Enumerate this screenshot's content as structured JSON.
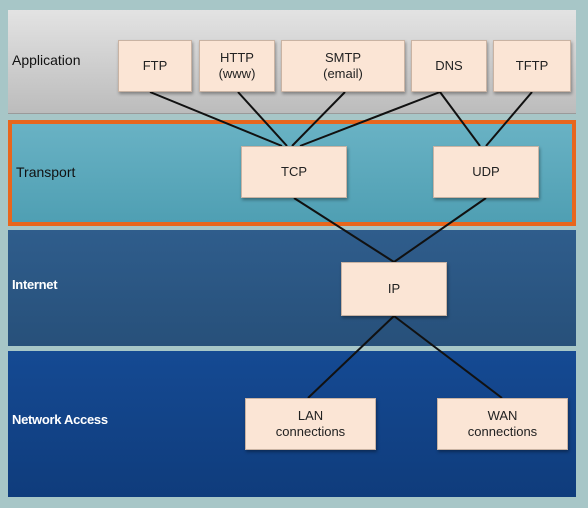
{
  "layers": {
    "application": "Application",
    "transport": "Transport",
    "internet": "Internet",
    "network_access": "Network Access"
  },
  "protocols": {
    "ftp": "FTP",
    "http": {
      "line1": "HTTP",
      "line2": "(www)"
    },
    "smtp": {
      "line1": "SMTP",
      "line2": "(email)"
    },
    "dns": "DNS",
    "tftp": "TFTP",
    "tcp": "TCP",
    "udp": "UDP",
    "ip": "IP",
    "lan": {
      "line1": "LAN",
      "line2": "connections"
    },
    "wan": {
      "line1": "WAN",
      "line2": "connections"
    }
  },
  "colors": {
    "transport_highlight": "#e8661d",
    "box_fill": "#fbe5d5"
  }
}
